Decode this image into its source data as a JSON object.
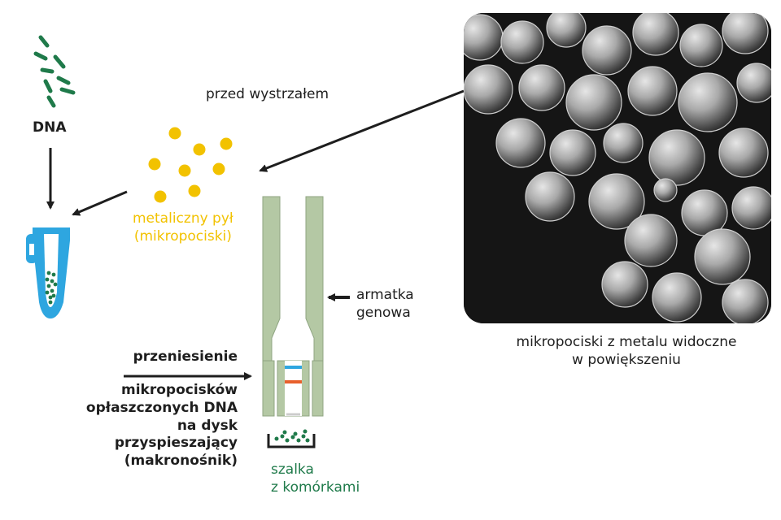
{
  "labels": {
    "dna": "DNA",
    "before_shot": "przed wystrzałem",
    "metal_dust": [
      "metaliczny pył",
      "(mikropociski)"
    ],
    "gene_gun": [
      "armatka",
      "genowa"
    ],
    "microprojectiles_photo": [
      "mikropociski z metalu widoczne",
      "w powiększeniu"
    ],
    "transfer_title": "przeniesienie",
    "transfer_desc": [
      "mikropocisków",
      "opłaszczonych DNA",
      "na dysk",
      "przyspieszający",
      "(makronośnik)"
    ],
    "dish": [
      "szalka",
      "z komórkami"
    ]
  },
  "colors": {
    "dna_green": "#1f7a4a",
    "gold": "#f2c200",
    "tube_blue": "#2ea6e0",
    "gun_green": "#b4c8a4",
    "marker_blue": "#2ea6e0",
    "marker_orange": "#e8602c",
    "arrow": "#1e1e1e"
  },
  "icons": {
    "dna": "dna-strands-icon",
    "tube": "eppendorf-tube-icon",
    "dish": "petri-dish-icon",
    "photo": "sem-microprojectiles-photo"
  }
}
